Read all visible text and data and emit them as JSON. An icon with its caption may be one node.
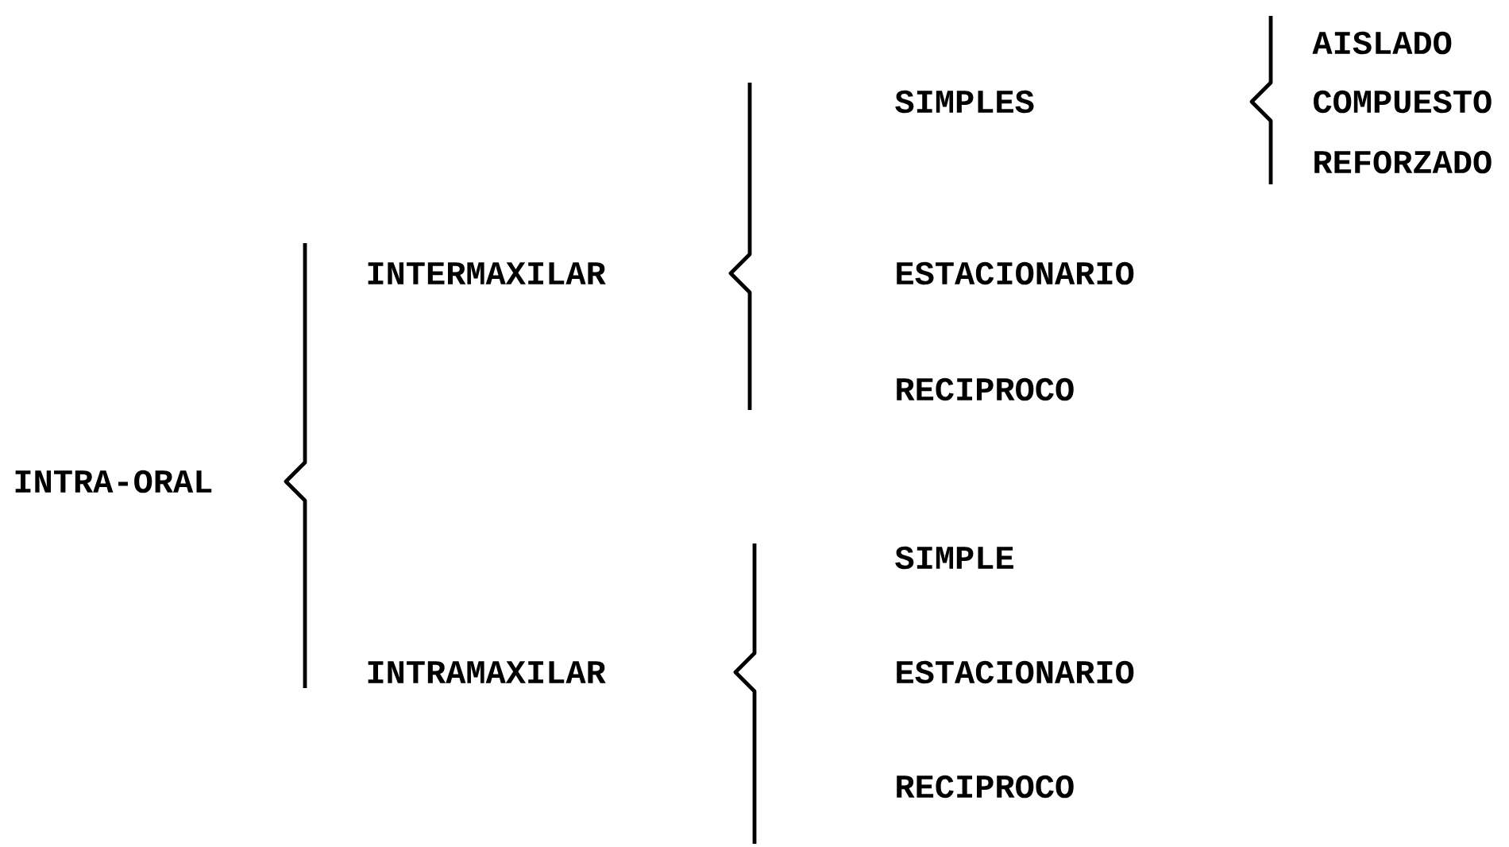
{
  "diagram": {
    "labels": [
      "AISLADO",
      "SIMPLES",
      "COMPUESTO",
      "REFORZADO",
      "INTERMAXILAR",
      "ESTACIONARIO",
      "RECIPROCO",
      "INTRA-ORAL",
      "SIMPLE",
      "INTRAMAXILAR",
      "ESTACIONARIO",
      "RECIPROCO"
    ]
  }
}
